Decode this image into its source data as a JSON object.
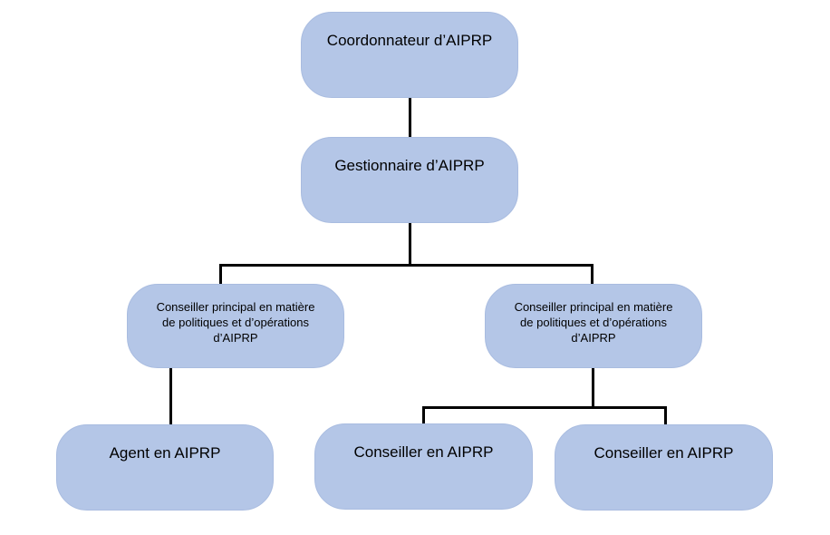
{
  "diagram": {
    "type": "org-chart",
    "language": "fr",
    "colors": {
      "background": "#ffffff",
      "node_fill": "#b4c6e7",
      "node_border": "#a9bce0",
      "connector": "#000000",
      "text": "#000000"
    },
    "nodes": [
      {
        "id": "coordonnateur-aiprp",
        "level": 1,
        "reports_to": null,
        "label": "Coordonnateur d’AIPRP"
      },
      {
        "id": "gestionnaire-aiprp",
        "level": 2,
        "reports_to": "coordonnateur-aiprp",
        "label": "Gestionnaire d’AIPRP"
      },
      {
        "id": "conseiller-principal-gauche",
        "level": 3,
        "reports_to": "gestionnaire-aiprp",
        "label": "Conseiller principal en matière\nde politiques et d’opérations\nd’AIPRP"
      },
      {
        "id": "conseiller-principal-droite",
        "level": 3,
        "reports_to": "gestionnaire-aiprp",
        "label": "Conseiller principal en matière\nde politiques et d’opérations\nd’AIPRP"
      },
      {
        "id": "agent-aiprp",
        "level": 4,
        "reports_to": "conseiller-principal-gauche",
        "label": "Agent en AIPRP"
      },
      {
        "id": "conseiller-aiprp-1",
        "level": 4,
        "reports_to": "conseiller-principal-droite",
        "label": "Conseiller en AIPRP"
      },
      {
        "id": "conseiller-aiprp-2",
        "level": 4,
        "reports_to": "conseiller-principal-droite",
        "label": "Conseiller en AIPRP"
      }
    ]
  }
}
